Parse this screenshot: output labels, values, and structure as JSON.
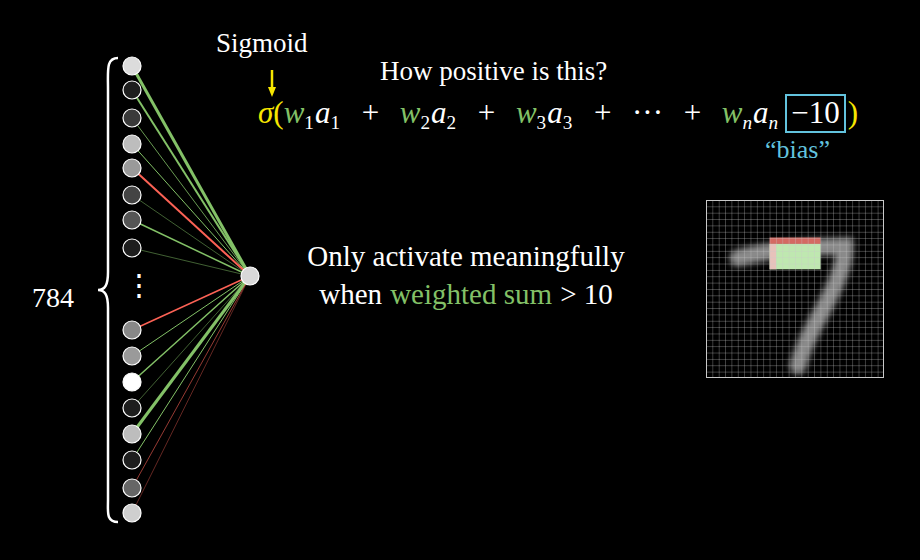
{
  "diagram": {
    "nodes": [
      {
        "text": [
          "−10"
        ]
      }
    ],
    "edges": [],
    "labels": [
      "Sigmoid",
      "How positive is this?",
      "σ",
      "(",
      "w",
      "1",
      "a",
      "1",
      "+",
      "w",
      "2",
      "a",
      "2",
      "+",
      "w",
      "3",
      "a",
      "3",
      "+",
      "···",
      "+",
      "w",
      "n",
      "a",
      "n",
      ")",
      "“bias”",
      "Only activate meaningfully",
      "when",
      "weighted sum",
      "> 10",
      "784",
      "⋮"
    ]
  }
}
